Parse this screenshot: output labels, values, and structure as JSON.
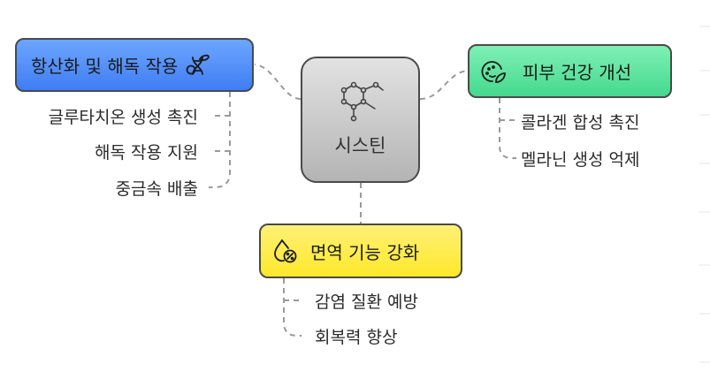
{
  "center": {
    "label": "시스틴",
    "icon": "molecule-icon"
  },
  "branches": {
    "detox": {
      "label": "항산화 및 해독 작용",
      "icon": "dna-leaf-icon",
      "color": "#4f8ef7",
      "leaves": [
        "글루타치온 생성 촉진",
        "해독 작용 지원",
        "중금속 배출"
      ]
    },
    "skin": {
      "label": "피부 건강 개선",
      "icon": "skin-face-icon",
      "color": "#55e09b",
      "leaves": [
        "콜라겐 합성 촉진",
        "멜라닌 생성 억제"
      ]
    },
    "immune": {
      "label": "면역 기능 강화",
      "icon": "drop-percent-icon",
      "color": "#fdec3a",
      "leaves": [
        "감염 질환 예방",
        "회복력 향상"
      ]
    }
  }
}
